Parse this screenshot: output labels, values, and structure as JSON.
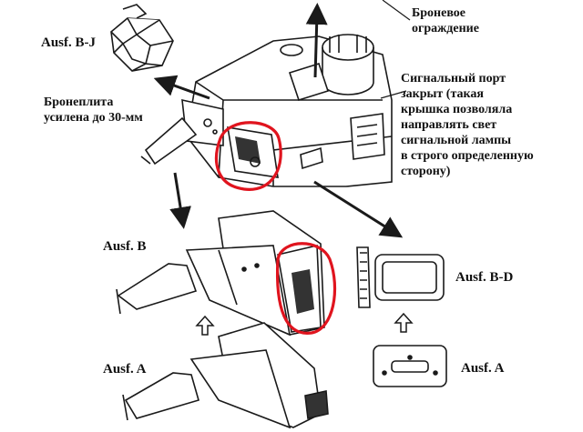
{
  "labels": {
    "ausf_bj": "Ausf. B-J",
    "armor_plate": "Бронеплита\nусилена до 30-мм",
    "guard": "Броневое\nограждение",
    "signal_port": "Сигнальный порт\nзакрыт (такая\nкрышка позволяла\nнаправлять свет\nсигнальной лампы\nв строго определенную\nсторону)",
    "ausf_b_left": "Ausf. B",
    "ausf_a_left": "Ausf. A",
    "ausf_bd_right": "Ausf. B-D",
    "ausf_a_right": "Ausf. A"
  },
  "colors": {
    "ink": "#1a1a1a",
    "highlight": "#e0141e",
    "paper": "#ffffff"
  }
}
